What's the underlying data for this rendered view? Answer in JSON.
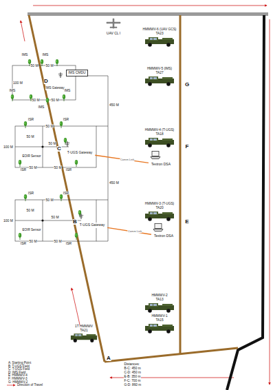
{
  "diagram": {
    "nodes": [
      {
        "text": [
          "T-UGS Gateway"
        ]
      },
      {
        "text": [
          "Textron DSA"
        ]
      },
      {
        "text": [
          "T-UGS Gateway"
        ]
      },
      {
        "text": [
          "Textron DSA"
        ]
      },
      {
        "text": [
          "IMS CMDU"
        ]
      }
    ],
    "edges": [
      {
        "from": 0,
        "to": 1,
        "arrow": "none",
        "label": "Comm Link"
      },
      {
        "from": 2,
        "to": 3,
        "arrow": "none",
        "label": "Comm Link"
      }
    ],
    "labels": [
      "UAV CL I",
      "HMMWV-6 (UAV GCS)",
      "TA23",
      "HMMWV-5 (IMS)",
      "TA27",
      "HMMWV-4 (T-UGS)",
      "TA18",
      "HMMWV-3 (T-UGS)",
      "TA20",
      "HMMWV-2",
      "TA13",
      "HMMWV-1",
      "TA15",
      "1T HMMWV",
      "TA21",
      "G",
      "F",
      "E",
      "D",
      "C",
      "B",
      "A",
      "IMS",
      "IMS",
      "50 M",
      "50 M",
      "100 M",
      "IMS Gateway",
      "IMS",
      "IMS",
      "50 M",
      "50 M",
      "IMS",
      "ISR",
      "ISR",
      "50 M",
      "100 M",
      "50 M",
      "50 M",
      "EOIR Sensor",
      "ISR",
      "ISR",
      "50 M",
      "50 M",
      "ISR",
      "ISR",
      "50 M",
      "100 M",
      "50 M",
      "50 M",
      "EOIR Sensor",
      "ISR",
      "ISR",
      "50 M",
      "50 M",
      "450 M",
      "450 M",
      "Distances:",
      "B-C: 450 m",
      "C-D: 450 m",
      "E-B: 350 m",
      "F-C: 700 m",
      "G-D: 860 m"
    ],
    "legend": [
      {
        "text": "A: Starting Point"
      },
      {
        "text": "B: T-UGS Field"
      },
      {
        "text": "C: T-UGS Field"
      },
      {
        "text": "D: IMS Field"
      },
      {
        "text": "E: HMMWV-4"
      },
      {
        "text": "F: HMMWV-3"
      },
      {
        "text": "G: HMMWV-2"
      },
      {
        "text": "Direction of Travel"
      }
    ]
  }
}
